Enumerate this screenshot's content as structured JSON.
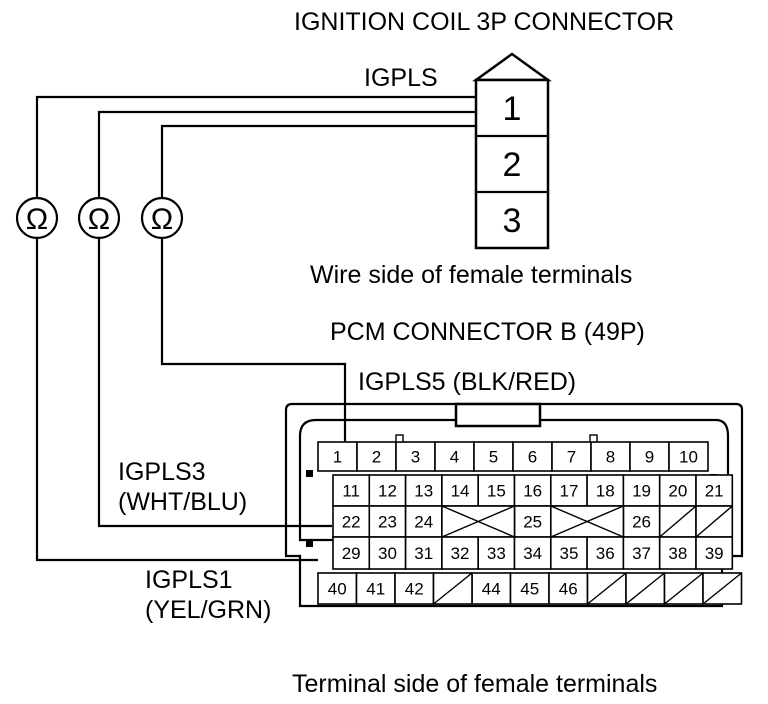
{
  "coil": {
    "title": "IGNITION COIL 3P CONNECTOR",
    "wire_label": "IGPLS",
    "terminals": [
      "1",
      "2",
      "3"
    ],
    "caption": "Wire side of female terminals"
  },
  "meter_symbol": "Ω",
  "pcm": {
    "title": "PCM CONNECTOR B (49P)",
    "caption": "Terminal side of female terminals",
    "labels": {
      "igpls5": "IGPLS5 (BLK/RED)",
      "igpls3_name": "IGPLS3",
      "igpls3_color": "(WHT/BLU)",
      "igpls1_name": "IGPLS1",
      "igpls1_color": "(YEL/GRN)"
    },
    "rows": [
      [
        "1",
        "2",
        "3",
        "4",
        "5",
        "6",
        "7",
        "8",
        "9",
        "10"
      ],
      [
        "11",
        "12",
        "13",
        "14",
        "15",
        "16",
        "17",
        "18",
        "19",
        "20",
        "21"
      ],
      [
        "22",
        "23",
        "24",
        "",
        "",
        "25",
        "",
        "",
        "26",
        "",
        ""
      ],
      [
        "29",
        "30",
        "31",
        "32",
        "33",
        "34",
        "35",
        "36",
        "37",
        "38",
        "39"
      ],
      [
        "40",
        "41",
        "42",
        "",
        "44",
        "45",
        "46",
        "",
        "",
        "",
        ""
      ]
    ]
  }
}
